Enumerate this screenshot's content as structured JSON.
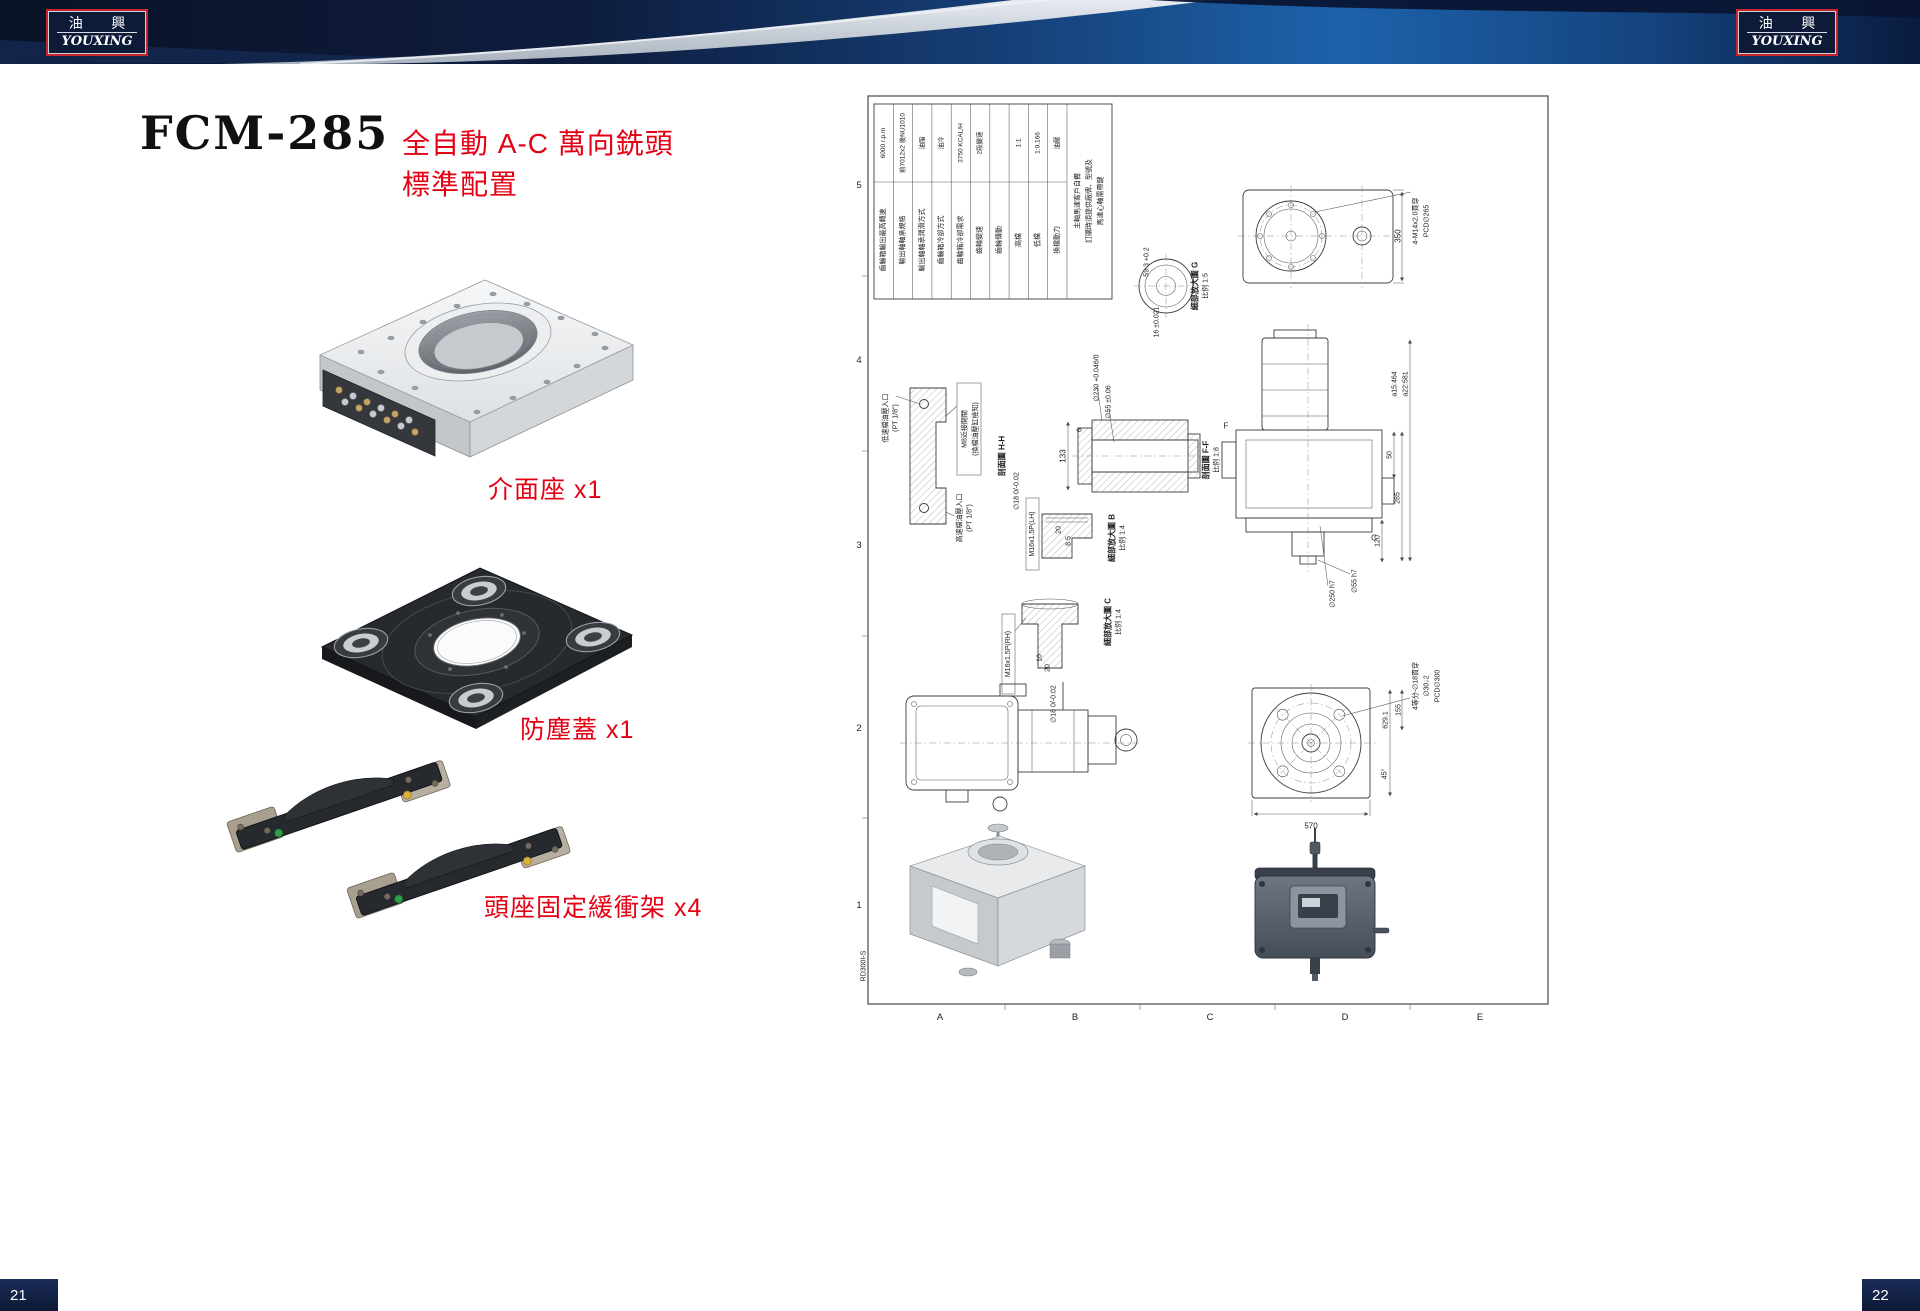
{
  "header": {
    "logo_cn": "油 興",
    "logo_en": "YOUXING"
  },
  "page": {
    "left_number": "21",
    "right_number": "22"
  },
  "left_page": {
    "model": "FCM-285",
    "subtitle_line1": "全自動 A-C 萬向銑頭",
    "subtitle_line2": "標準配置",
    "items": [
      {
        "label": "介面座 x1"
      },
      {
        "label": "防塵蓋 x1"
      },
      {
        "label": "頭座固定緩衝架 x4"
      }
    ]
  },
  "drawing": {
    "sheet_code": "RD300I-S",
    "grid_rows": [
      "5",
      "4",
      "3",
      "2",
      "1"
    ],
    "grid_cols": [
      "A",
      "B",
      "C",
      "D",
      "E"
    ],
    "spec_table": {
      "columns": [
        {
          "name": "齒輪箱輸出最高轉速",
          "value": "6000 r.p.m"
        },
        {
          "name": "輸出軸軸承規格",
          "value": "前7012x2 後NU1010"
        },
        {
          "name": "輸出軸軸承潤滑方式",
          "value": "油脂"
        },
        {
          "name": "齒輪箱冷卻方式",
          "value": "油冷"
        },
        {
          "name": "齒輪箱冷卻需求",
          "value": "3750 KCAL/H"
        },
        {
          "name": "齒輪變速",
          "value": "2段變速"
        },
        {
          "name": "齒輪傳動",
          "value": ""
        },
        {
          "name": "高檔",
          "value": "1:1"
        },
        {
          "name": "低檔",
          "value": "1:0.166"
        },
        {
          "name": "換檔動力",
          "value": "油壓"
        }
      ],
      "note_lines": [
        "主軸馬達客戶自備",
        "訂購時須提供廠牌、型號及",
        "馬達心軸需帶鍵"
      ]
    },
    "labels": {
      "flange_bolt": "4-M14x2.0貫穿",
      "flange_pcd": "PCD∅265",
      "dim_350": "350",
      "detail_g_dim1": "59.3 +0.2",
      "detail_g_dim2": "16 ±0.021",
      "detail_g_caption": "細部放大圖 G",
      "detail_g_scale": "比例 1:5",
      "low_oil_1": "低速檔油壓入口",
      "low_oil_2": "(PT 1/8\")",
      "high_oil_1": "高速檔油壓入口",
      "high_oil_2": "(PT 1/8\")",
      "m8_1": "M8近接開關",
      "m8_2": "(換檔油壓缸檢知)",
      "section_hh": "剖面圖 H-H",
      "dim_230": "∅230 +0.046/0",
      "dim_55": "∅55 ±0.06",
      "dim_6": "6",
      "dim_133": "133",
      "section_ff": "剖面圖 F-F",
      "section_ff_scale": "比例 1:8",
      "m16_lh": "M16x1.5P(LH)",
      "dim_18_lh": "∅18 0/-0.02",
      "dim_20_b": "20",
      "dim_8_5": "8.5",
      "detail_b_caption": "細部放大圖 B",
      "detail_b_scale": "比例 1:4",
      "dim_a15": "a15:464",
      "dim_a22": "a22:581",
      "dim_50": "50",
      "dim_285": "285",
      "dim_120": "120",
      "dim_55h7": "∅55 h7",
      "dim_250h7": "∅250 h7",
      "marker_f": "F",
      "marker_c": "C",
      "m16_rh": "M16x1.5P(RH)",
      "dim_16": "16",
      "dim_20_c": "20",
      "dim_18_rh": "∅18 0/-0.02",
      "detail_c_caption": "細部放大圖 C",
      "detail_c_scale": "比例 1:4",
      "dim_629": "629.1",
      "dim_155": "155",
      "bolt4_1": "4等分-∅18貫穿",
      "bolt4_2": "∅30↓2",
      "bolt4_3": "PCD∅300",
      "dim_45": "45°",
      "dim_570": "570"
    }
  }
}
